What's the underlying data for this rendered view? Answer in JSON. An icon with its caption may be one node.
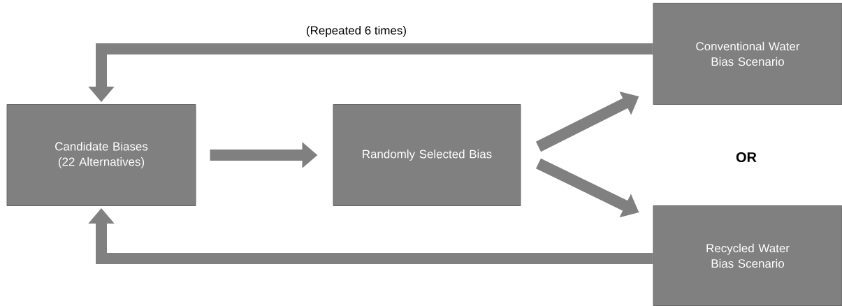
{
  "diagram": {
    "nodes": [
      {
        "text": [
          "Candidate Biases (22 Alternatives)"
        ]
      },
      {
        "text": [
          "Randomly Selected Bias"
        ]
      },
      {
        "text": [
          "Conventional Water Bias Scenario"
        ]
      },
      {
        "text": [
          "Recycled Water Bias Scenario"
        ]
      }
    ],
    "edges": [
      {
        "from": 0,
        "to": 1,
        "arrow": "to"
      },
      {
        "from": 1,
        "to": 2,
        "arrow": "to"
      },
      {
        "from": 1,
        "to": 3,
        "arrow": "to"
      },
      {
        "from": 2,
        "to": 0,
        "arrow": "to",
        "label": "(Repeated 6 times)"
      },
      {
        "from": 3,
        "to": 0,
        "arrow": "to"
      }
    ],
    "labels": [
      "OR"
    ]
  }
}
